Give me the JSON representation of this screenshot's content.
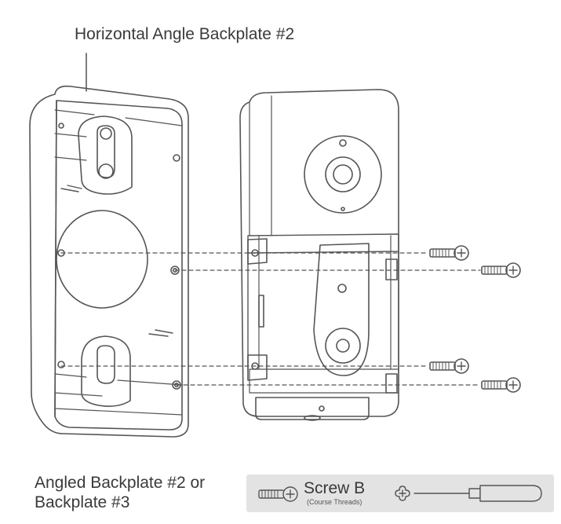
{
  "labels": {
    "horizontal_backplate": "Horizontal Angle Backplate #2",
    "angled_backplate_line1": "Angled Backplate #2 or",
    "angled_backplate_line2": "Backplate #3",
    "screw_name": "Screw B",
    "screw_note": "(Course Threads)"
  },
  "icons": {
    "screw": "screw-icon",
    "phillips": "phillips-head-icon",
    "screwdriver": "screwdriver-icon"
  },
  "colors": {
    "line": "#555555",
    "panel": "#e3e3e3",
    "text": "#3a3a3a"
  }
}
